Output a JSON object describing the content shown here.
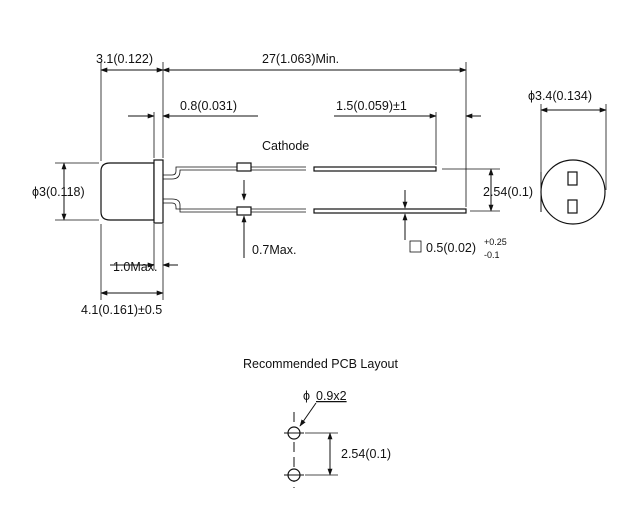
{
  "colors": {
    "ink": "#111111",
    "background": "#ffffff"
  },
  "dimensions": {
    "lens_length": "3.1(0.122)",
    "lead_length": "27(1.063)Min.",
    "lead_offset": "0.8(0.031)",
    "lead_end": "1.5(0.059)±1",
    "cathode": "Cathode",
    "body_diameter": "ϕ3(0.118)",
    "lead_spacing": "2.54(0.1)",
    "flange_diameter": "ϕ3.4(0.134)",
    "flange_thickness": "1.0Max.",
    "kink_depth": "0.7Max.",
    "lead_section": "0.5(0.02)",
    "lead_section_tol_upper": "+0.25",
    "lead_section_tol_lower": "-0.1",
    "overall_body_length": "4.1(0.161)±0.5"
  },
  "pcb_layout": {
    "title": "Recommended PCB Layout",
    "hole_phi": "ϕ",
    "hole_spec": "0.9x2",
    "hole_pitch": "2.54(0.1)"
  }
}
